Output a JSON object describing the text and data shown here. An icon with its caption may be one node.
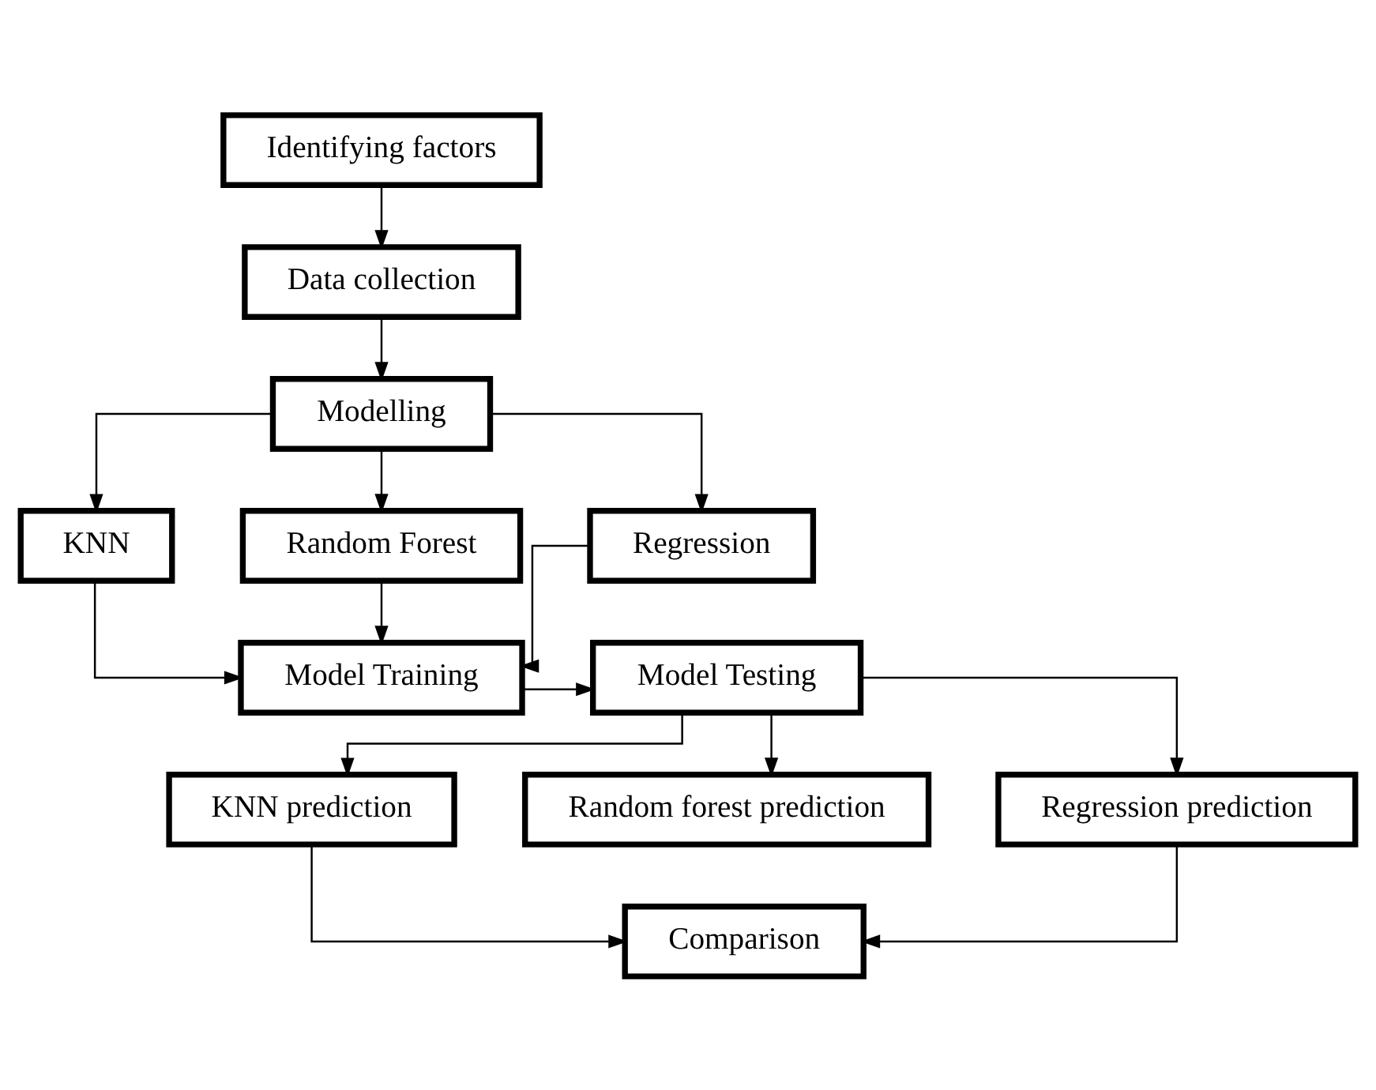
{
  "diagram": {
    "nodes": [
      {
        "text": [
          "Identifying factors"
        ]
      },
      {
        "text": [
          "Data collection"
        ]
      },
      {
        "text": [
          "Modelling"
        ]
      },
      {
        "text": [
          "KNN"
        ]
      },
      {
        "text": [
          "Random Forest"
        ]
      },
      {
        "text": [
          "Regression"
        ]
      },
      {
        "text": [
          "Model Training"
        ]
      },
      {
        "text": [
          "Model Testing"
        ]
      },
      {
        "text": [
          "KNN prediction"
        ]
      },
      {
        "text": [
          "Random forest prediction"
        ]
      },
      {
        "text": [
          "Regression prediction"
        ]
      },
      {
        "text": [
          "Comparison"
        ]
      }
    ],
    "edges": [
      {
        "from": 0,
        "to": 1,
        "arrow": "to"
      },
      {
        "from": 1,
        "to": 2,
        "arrow": "to"
      },
      {
        "from": 2,
        "to": 3,
        "arrow": "to"
      },
      {
        "from": 2,
        "to": 4,
        "arrow": "to"
      },
      {
        "from": 2,
        "to": 5,
        "arrow": "to"
      },
      {
        "from": 3,
        "to": 6,
        "arrow": "to"
      },
      {
        "from": 4,
        "to": 6,
        "arrow": "to"
      },
      {
        "from": 5,
        "to": 6,
        "arrow": "to"
      },
      {
        "from": 6,
        "to": 7,
        "arrow": "to"
      },
      {
        "from": 7,
        "to": 8,
        "arrow": "to"
      },
      {
        "from": 7,
        "to": 9,
        "arrow": "to"
      },
      {
        "from": 7,
        "to": 10,
        "arrow": "to"
      },
      {
        "from": 8,
        "to": 11,
        "arrow": "to"
      },
      {
        "from": 10,
        "to": 11,
        "arrow": "to"
      }
    ]
  }
}
